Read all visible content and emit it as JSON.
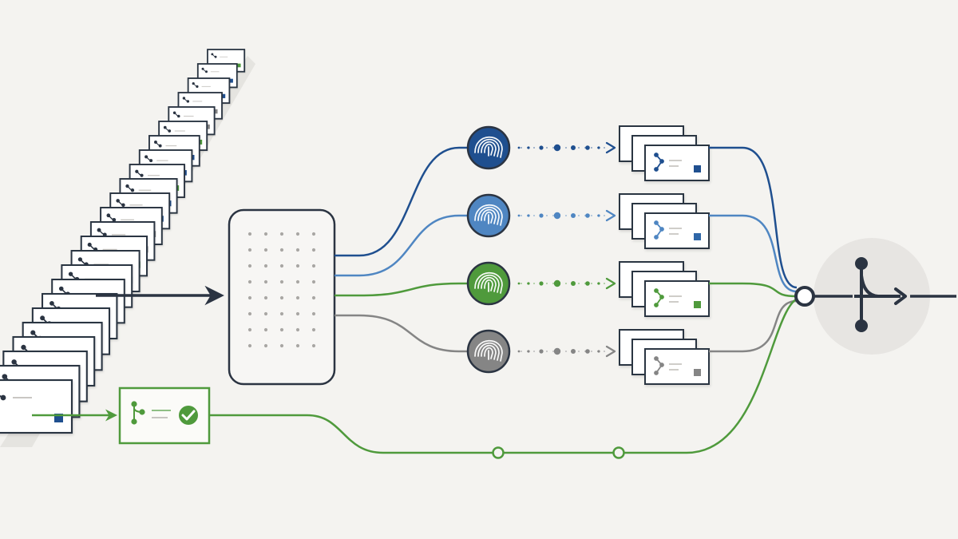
{
  "colors": {
    "background": "#f4f3f0",
    "ink": "#2b3442",
    "dark_blue": "#1f4f8f",
    "light_blue": "#4f86c2",
    "green": "#4f9a3c",
    "gray": "#858585",
    "card_border": "#2b3442",
    "card_fill": "#ffffff",
    "sink_halo": "#e7e5e2"
  },
  "icons": {
    "fingerprint": "fingerprint-icon",
    "branch": "git-branch-icon",
    "check": "check-circle-icon",
    "merge": "merge-icon"
  },
  "diagram": {
    "incoming_queue": {
      "icon": "git-branch-icon"
    },
    "partitioner": {
      "grid_rows": 8,
      "grid_cols": 5
    },
    "lanes": [
      {
        "id": "lane-dark-blue",
        "color": "#1f4f8f",
        "card_square_color": "#1f4f8f"
      },
      {
        "id": "lane-light-blue",
        "color": "#4f86c2",
        "card_square_color": "#2f67a8"
      },
      {
        "id": "lane-green",
        "color": "#4f9a3c",
        "card_square_color": "#4f9a3c"
      },
      {
        "id": "lane-gray",
        "color": "#858585",
        "card_square_color": "#858585"
      }
    ],
    "bypass": {
      "color": "#4f9a3c",
      "status": "check-circle-icon"
    },
    "merge_node": {
      "icon": "merge-icon"
    }
  }
}
